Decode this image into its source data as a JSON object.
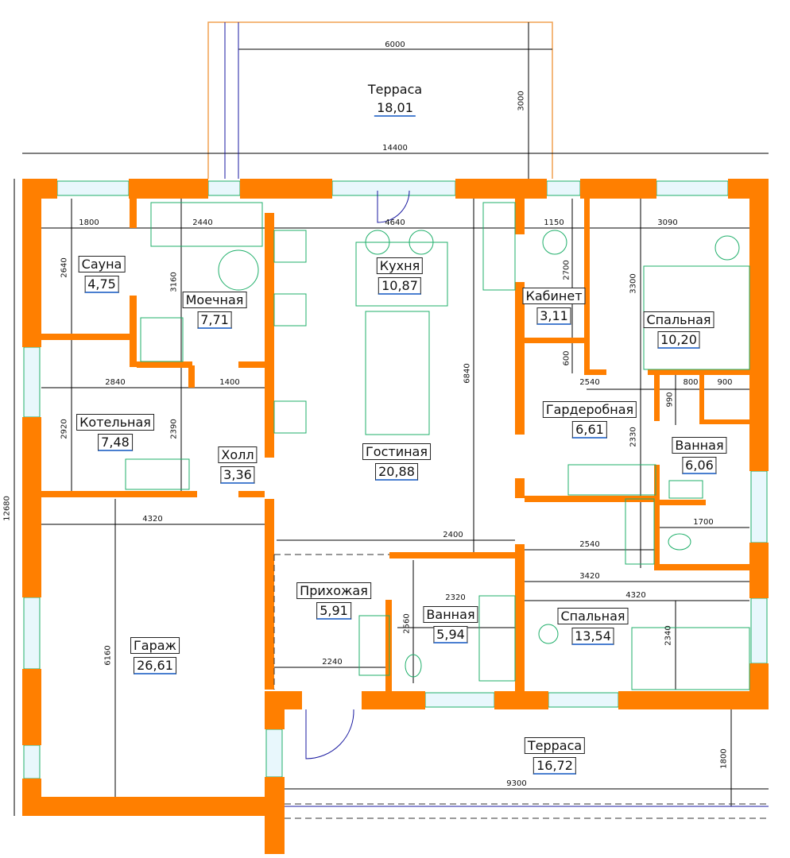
{
  "colors": {
    "wall": "#FF7F00",
    "furniture": "#1FAF6A",
    "window": "#8FD3F0",
    "dimension": "#000000",
    "door": "#F0C89A"
  },
  "rooms": [
    {
      "name": "Терраса",
      "area": "18,01"
    },
    {
      "name": "Сауна",
      "area": "4,75"
    },
    {
      "name": "Моечная",
      "area": "7,71"
    },
    {
      "name": "Кухня",
      "area": "10,87"
    },
    {
      "name": "Кабинет",
      "area": "3,11"
    },
    {
      "name": "Спальная",
      "area": "10,20"
    },
    {
      "name": "Котельная",
      "area": "7,48"
    },
    {
      "name": "Холл",
      "area": "3,36"
    },
    {
      "name": "Гостиная",
      "area": "20,88"
    },
    {
      "name": "Гардеробная",
      "area": "6,61"
    },
    {
      "name": "Ванная",
      "area": "6,06"
    },
    {
      "name": "Прихожая",
      "area": "5,91"
    },
    {
      "name": "Ванная",
      "area": "5,94"
    },
    {
      "name": "Спальная",
      "area": "13,54"
    },
    {
      "name": "Гараж",
      "area": "26,61"
    },
    {
      "name": "Терраса",
      "area": "16,72"
    }
  ],
  "dimensions": [
    "6000",
    "3000",
    "14400",
    "12680",
    "1800",
    "2440",
    "4640",
    "1150",
    "3090",
    "2640",
    "3160",
    "2700",
    "3300",
    "600",
    "2840",
    "1400",
    "2920",
    "2390",
    "2540",
    "800",
    "900",
    "990",
    "6840",
    "2330",
    "4320",
    "2400",
    "1700",
    "2540",
    "3420",
    "4320",
    "2320",
    "2560",
    "2340",
    "6160",
    "2240",
    "9300",
    "1800"
  ]
}
